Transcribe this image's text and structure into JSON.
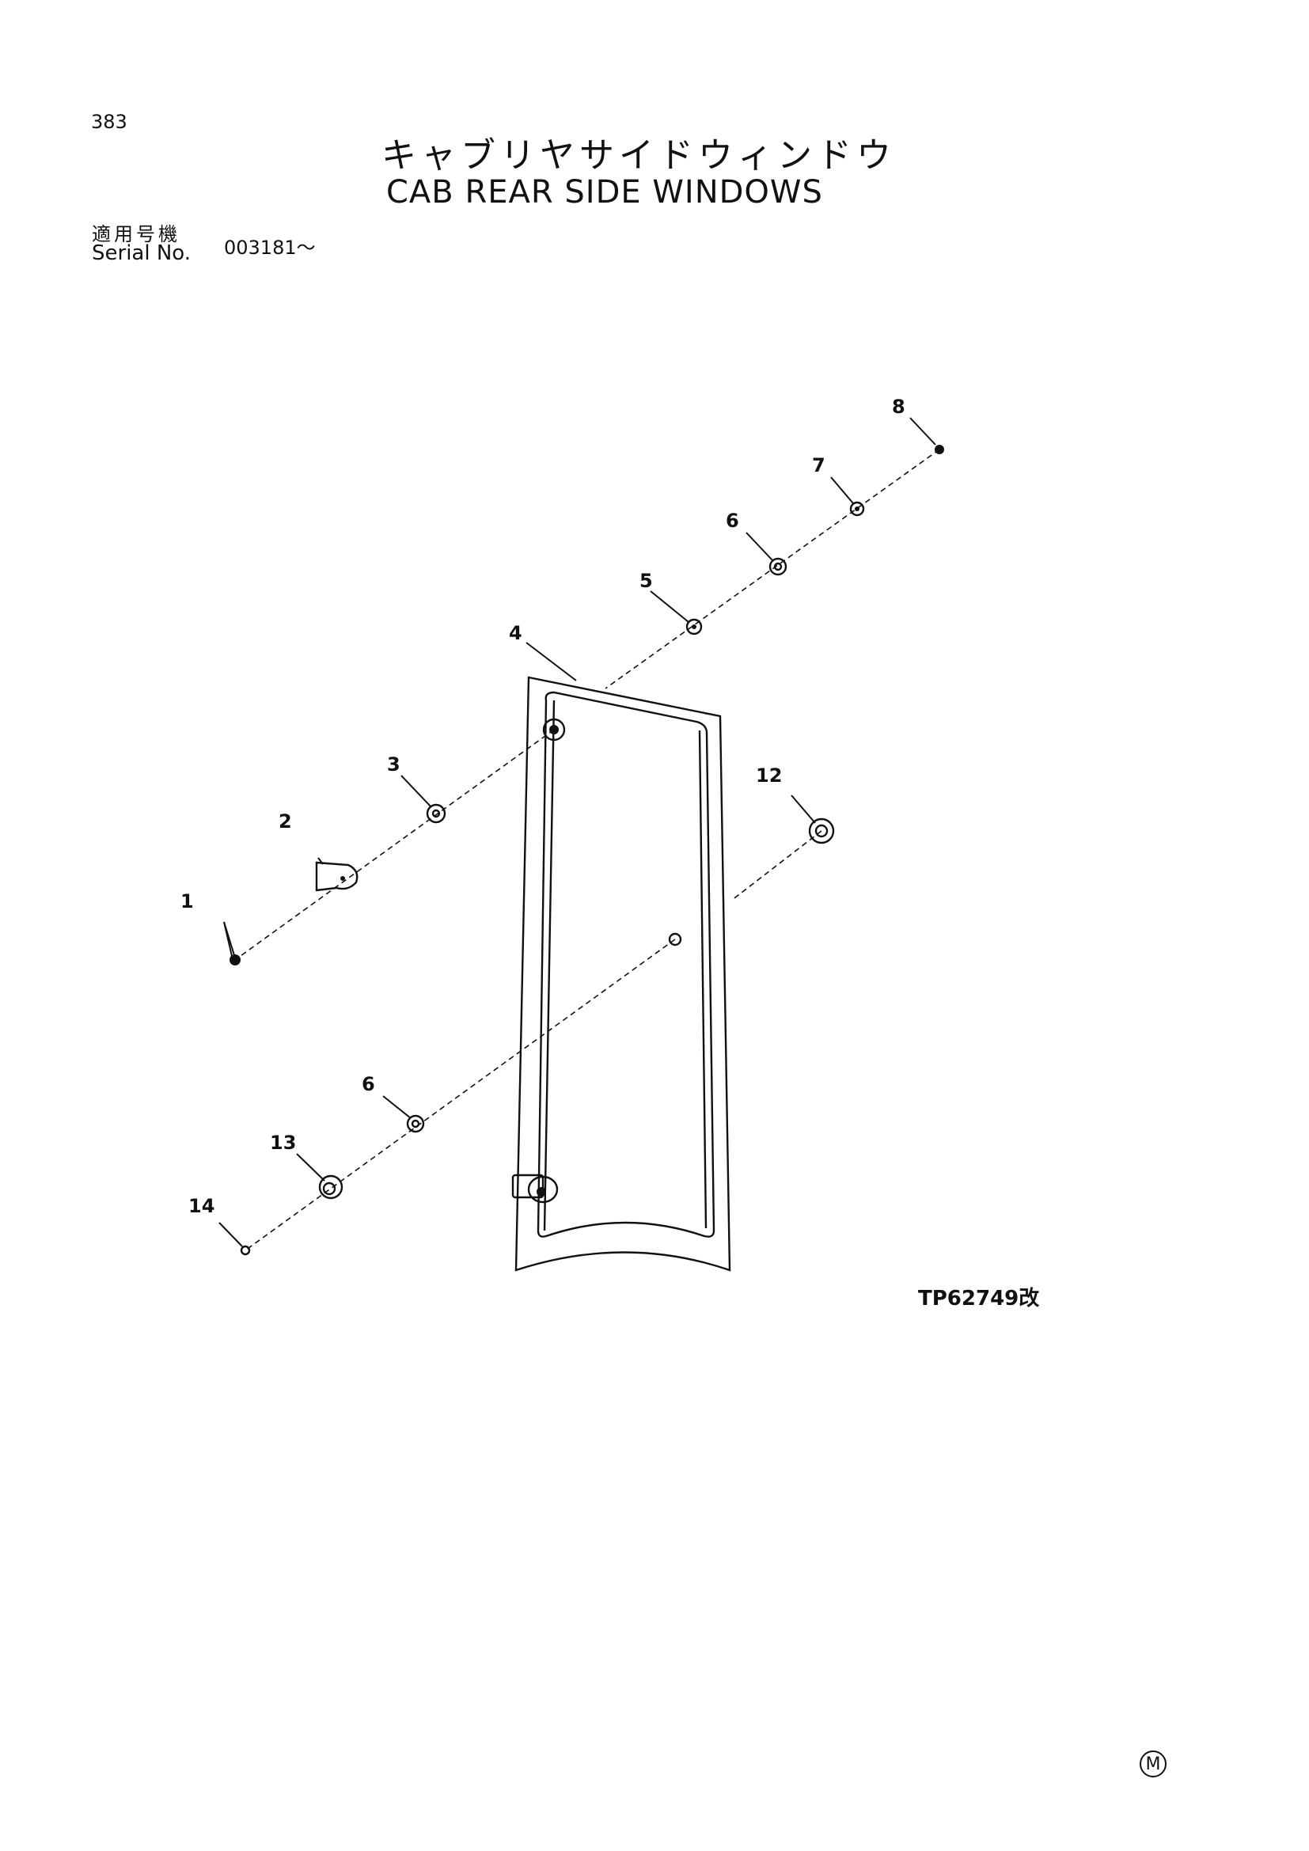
{
  "page_number": "383",
  "title_jp": "キャブリヤサイドウィンドウ",
  "title_en": "CAB REAR SIDE WINDOWS",
  "serial": {
    "label_jp": "適用号機",
    "label_en": "Serial No.",
    "value": "003181～"
  },
  "callouts": [
    "1",
    "2",
    "3",
    "4",
    "5",
    "6",
    "7",
    "8",
    "12",
    "6",
    "13",
    "14"
  ],
  "drawing_code": "TP62749改",
  "corner_mark": "M"
}
